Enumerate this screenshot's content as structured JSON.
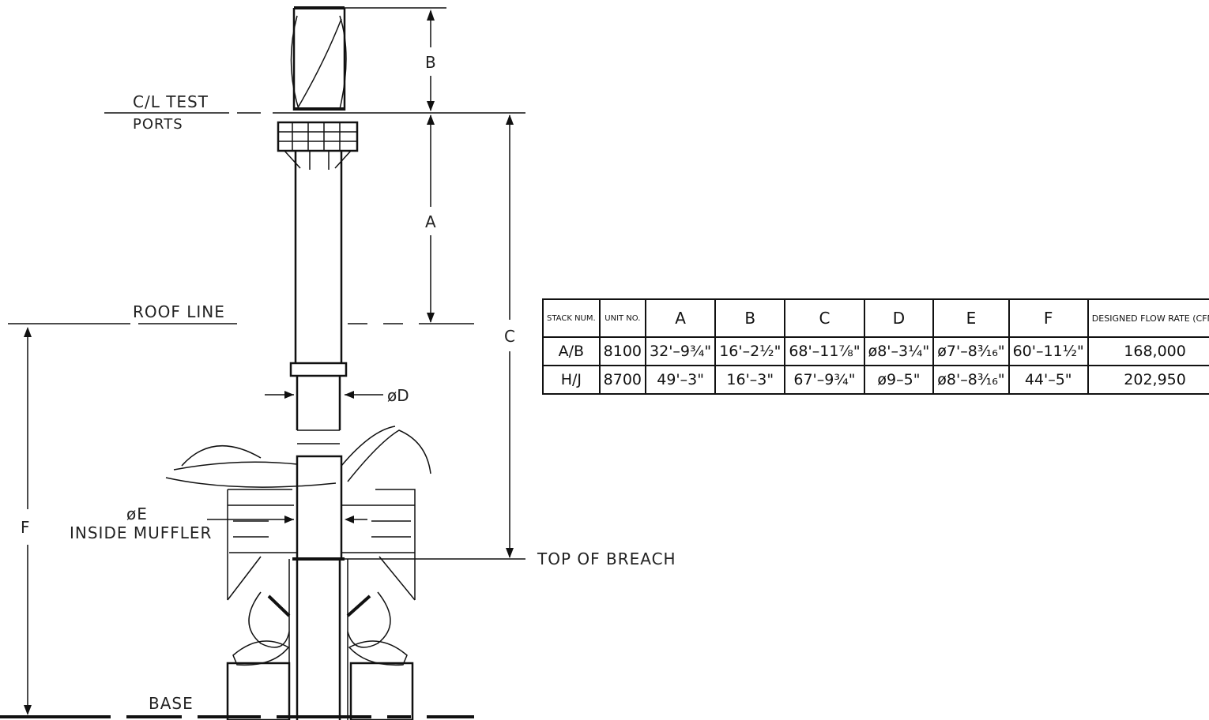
{
  "labels": {
    "test_ports": [
      "C/L TEST",
      "PORTS"
    ],
    "roof_line": "ROOF LINE",
    "top_of_breach": "TOP OF BREACH",
    "inside_muffler": [
      "øE",
      "INSIDE MUFFLER"
    ],
    "base": "BASE",
    "dim_a": "A",
    "dim_b": "B",
    "dim_c": "C",
    "dim_d": "øD",
    "dim_f": "F"
  },
  "table": {
    "headers": [
      "STACK NUM.",
      "UNIT NO.",
      "A",
      "B",
      "C",
      "D",
      "E",
      "F",
      "DESIGNED FLOW RATE (CFM)"
    ],
    "rows": [
      [
        "A/B",
        "8100",
        "32'–9¾\"",
        "16'–2½\"",
        "68'–11⅞\"",
        "ø8'–3¼\"",
        "ø7'–8³⁄₁₆\"",
        "60'–11½\"",
        "168,000"
      ],
      [
        "H/J",
        "8700",
        "49'–3\"",
        "16'–3\"",
        "67'–9¾\"",
        "ø9–5\"",
        "ø8'–8³⁄₁₆\"",
        "44'–5\"",
        "202,950"
      ]
    ]
  }
}
